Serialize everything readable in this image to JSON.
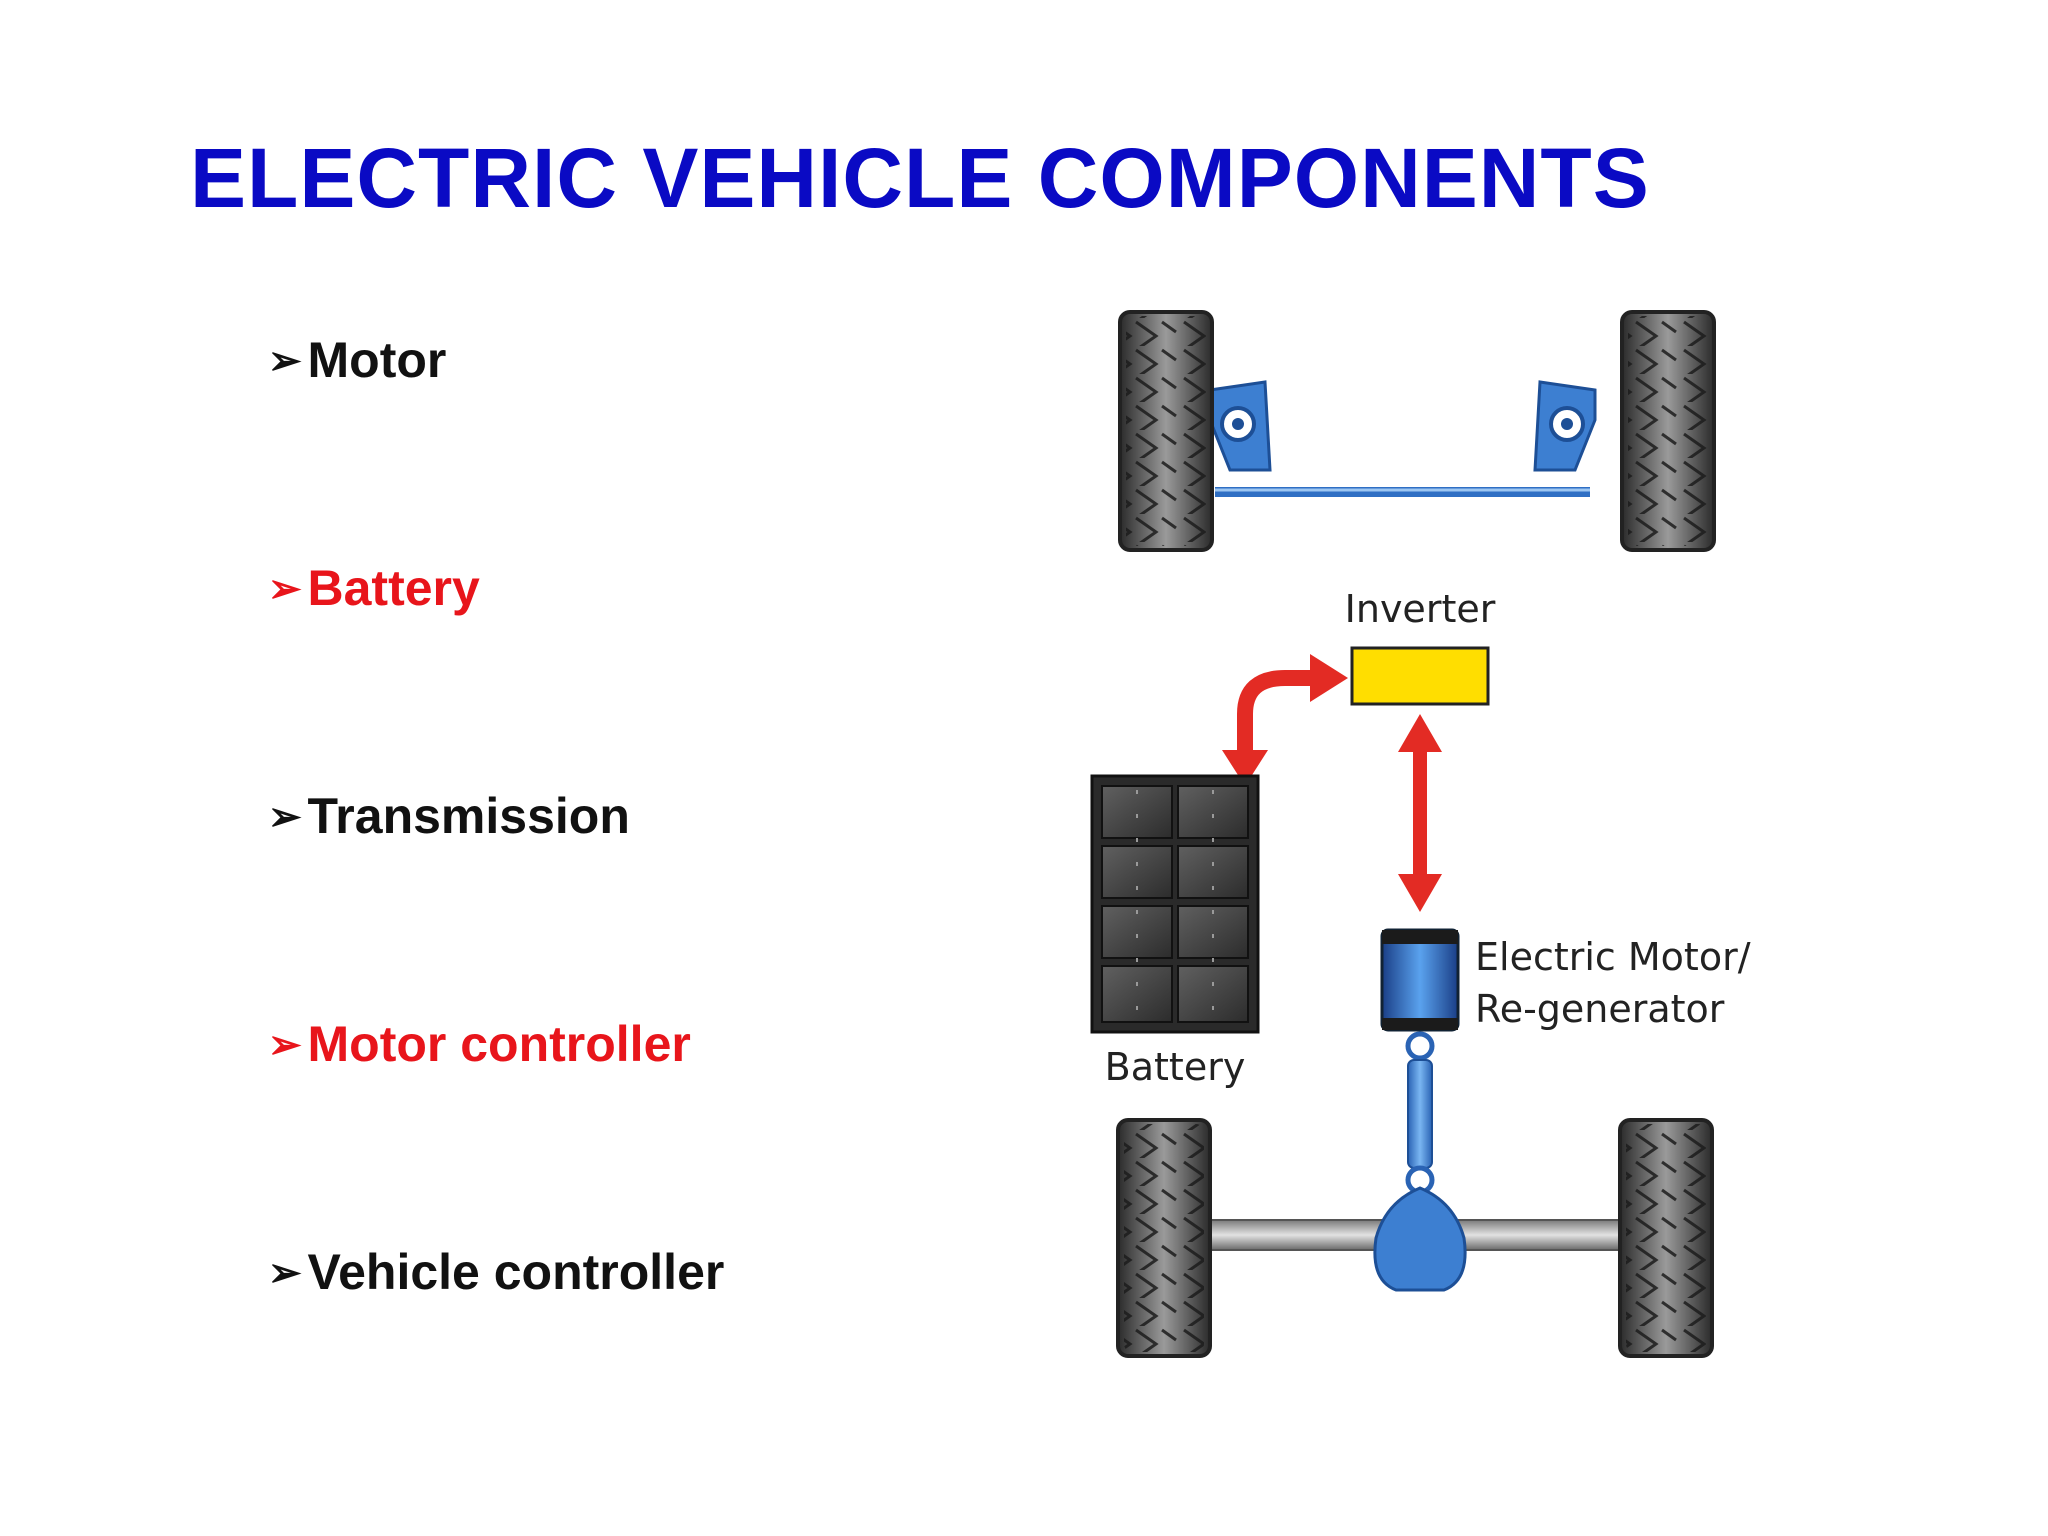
{
  "title": "ELECTRIC VEHICLE COMPONENTS",
  "bullet_marker": "➢",
  "bullets": [
    {
      "label": "Motor",
      "color": "#111111"
    },
    {
      "label": "Battery",
      "color": "#e8151b"
    },
    {
      "label": "Transmission",
      "color": "#111111"
    },
    {
      "label": "Motor controller",
      "color": "#e8151b"
    },
    {
      "label": "Vehicle controller",
      "color": "#111111"
    }
  ],
  "diagram": {
    "inverter_label": "Inverter",
    "battery_label": "Battery",
    "motor_label_line1": "Electric Motor/",
    "motor_label_line2": "Re-generator"
  },
  "colors": {
    "title": "#0a0ac4",
    "inverter": "#ffde00",
    "arrow": "#e32b24",
    "drivetrain": "#3d7fd1"
  }
}
